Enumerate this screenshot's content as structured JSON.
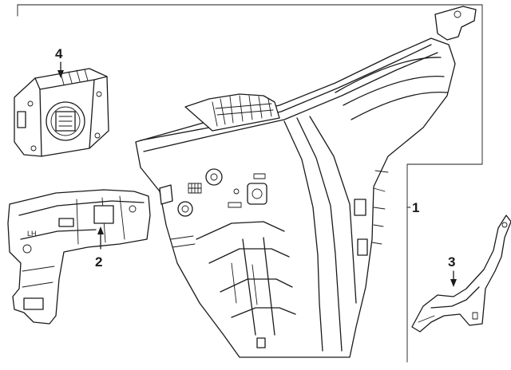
{
  "callouts": [
    {
      "id": "1",
      "label": "1"
    },
    {
      "id": "2",
      "label": "2"
    },
    {
      "id": "3",
      "label": "3"
    },
    {
      "id": "4",
      "label": "4"
    }
  ],
  "part_marking": "LH",
  "colors": {
    "line": "#1a1a1a",
    "background": "#ffffff"
  }
}
